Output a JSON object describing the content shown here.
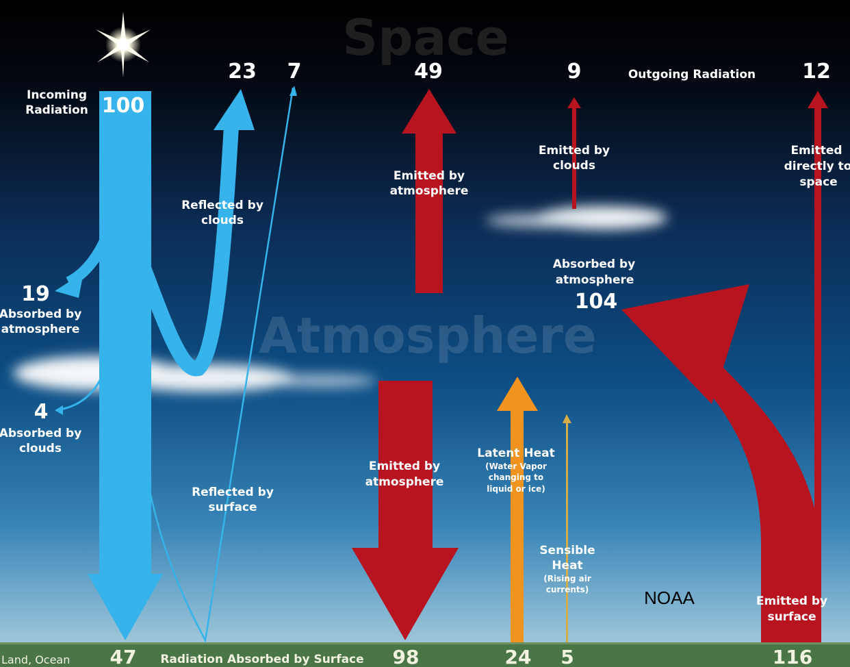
{
  "titles": {
    "space": "Space",
    "atmosphere": "Atmosphere"
  },
  "incoming": {
    "label_line1": "Incoming",
    "label_line2": "Radiation",
    "value": "100"
  },
  "reflected_clouds": {
    "value": "23",
    "line1": "Reflected by",
    "line2": "clouds"
  },
  "reflected_surface": {
    "value": "7",
    "line1": "Reflected by",
    "line2": "surface"
  },
  "absorbed_atmosphere_solar": {
    "value": "19",
    "line1": "Absorbed by",
    "line2": "atmosphere"
  },
  "absorbed_clouds": {
    "value": "4",
    "line1": "Absorbed by",
    "line2": "clouds"
  },
  "emitted_atmosphere_up": {
    "value": "49",
    "line1": "Emitted by",
    "line2": "atmosphere"
  },
  "emitted_clouds": {
    "value": "9",
    "line1": "Emitted by",
    "line2": "clouds"
  },
  "outgoing": {
    "label": "Outgoing Radiation"
  },
  "emitted_direct": {
    "value": "12",
    "line1": "Emitted",
    "line2": "directly to",
    "line3": "space"
  },
  "absorbed_atmosphere_ir": {
    "value": "104",
    "line1": "Absorbed by",
    "line2": "atmosphere"
  },
  "emitted_atmosphere_down": {
    "line1": "Emitted by",
    "line2": "atmosphere"
  },
  "latent_heat": {
    "title": "Latent Heat",
    "sub1": "(Water Vapor",
    "sub2": "changing to",
    "sub3": "liquid or ice)"
  },
  "sensible_heat": {
    "title1": "Sensible",
    "title2": "Heat",
    "sub1": "(Rising air",
    "sub2": "currents)"
  },
  "emitted_surface": {
    "line1": "Emitted by",
    "line2": "surface"
  },
  "credit": "NOAA",
  "ground": {
    "land_label": "Land, Ocean",
    "v47": "47",
    "absorbed_label": "Radiation Absorbed by Surface",
    "v98": "98",
    "v24": "24",
    "v5": "5",
    "v116": "116"
  },
  "colors": {
    "solar": "#35b3ea",
    "ir": "#b8141f",
    "latent": "#f0931f",
    "sensible": "#d4ad49",
    "ground": "#4a7547"
  }
}
